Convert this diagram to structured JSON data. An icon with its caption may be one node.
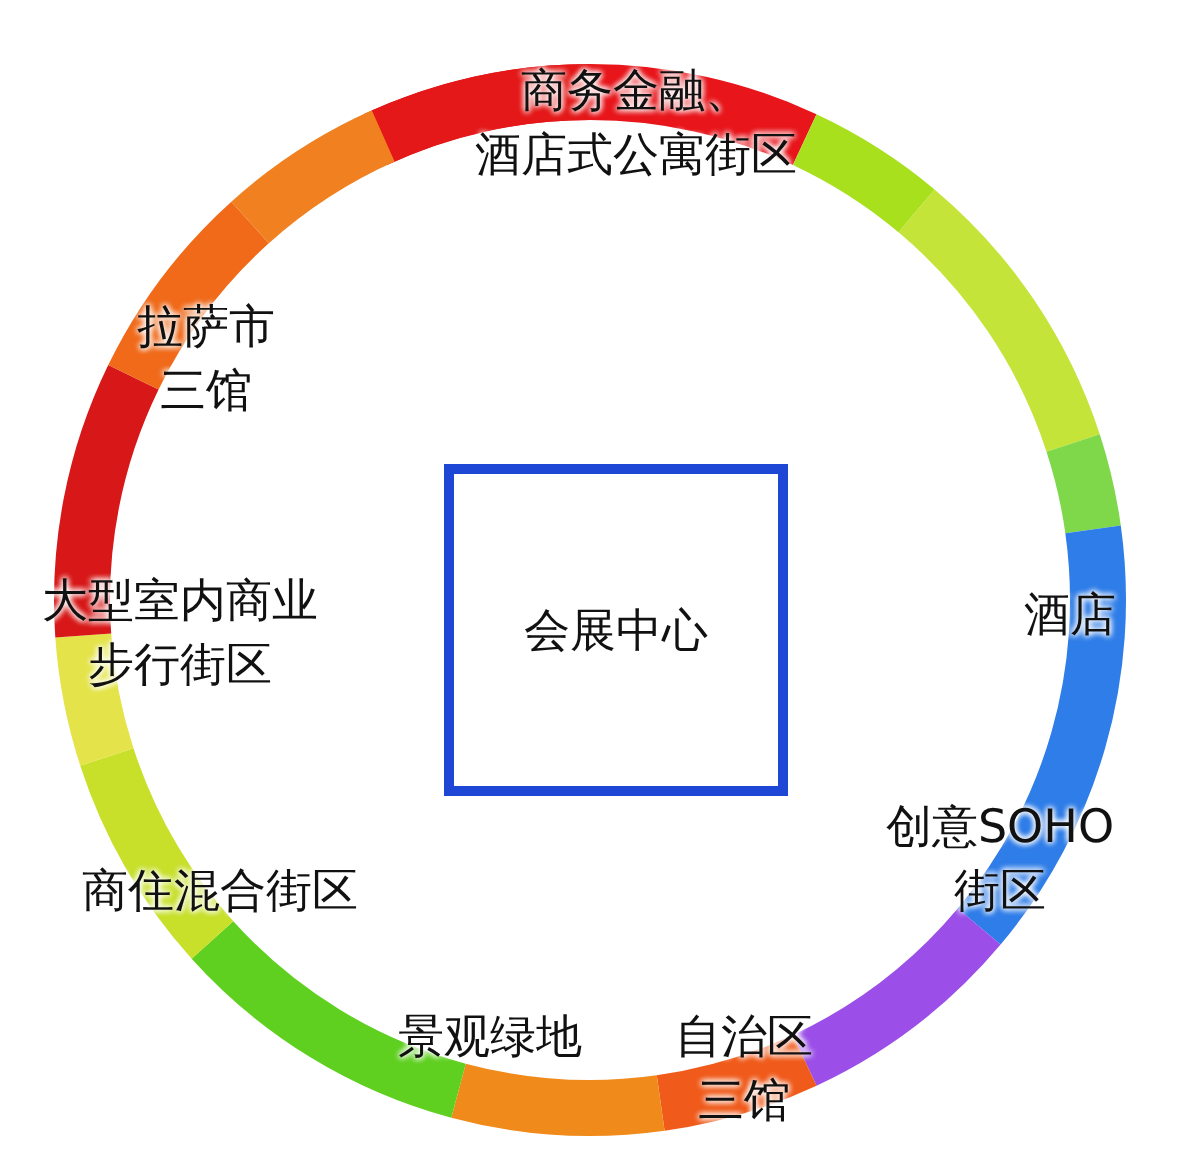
{
  "diagram": {
    "nodes": [
      {
        "text": [
          "会展中心"
        ]
      }
    ],
    "labels": [
      "商务金融、酒店式公寓街区",
      "拉萨市三馆",
      "酒店",
      "大型室内商业步行街区",
      "创意SOHO街区",
      "商住混合街区",
      "景观绿地",
      "自治区三馆"
    ]
  }
}
